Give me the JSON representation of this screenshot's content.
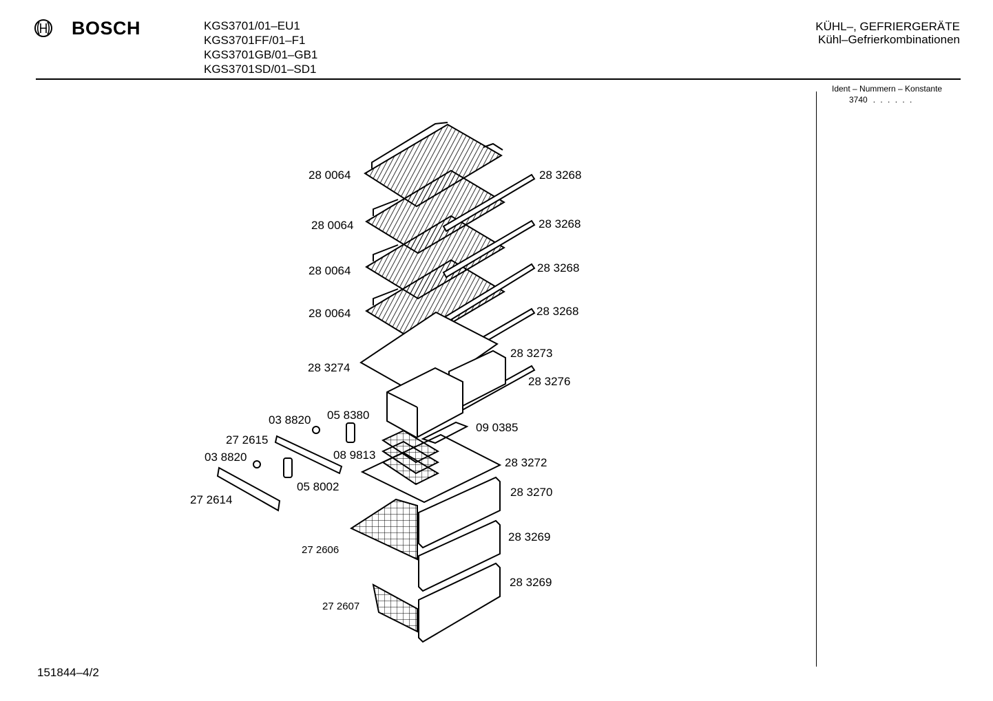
{
  "header": {
    "brand": "BOSCH",
    "models": [
      "KGS3701/01–EU1",
      "KGS3701FF/01–F1",
      "KGS3701GB/01–GB1",
      "KGS3701SD/01–SD1"
    ],
    "category_title": "KÜHL–, GEFRIERGERÄTE",
    "category_subtitle": "Kühl–Gefrierkombinationen"
  },
  "ident": {
    "title": "Ident – Nummern – Konstante",
    "value": "3740",
    "dots": ". .  . . . ."
  },
  "footer": {
    "doc_number": "151844–4/2"
  },
  "parts": {
    "shelf1": "28 0064",
    "shelf2": "28 0064",
    "shelf3": "28 0064",
    "shelf4": "28 0064",
    "trim1": "28 3268",
    "trim2": "28 3268",
    "trim3": "28 3268",
    "trim4": "28 3268",
    "glass_plate": "28 3274",
    "trim_lower": "28 3273",
    "rail": "28 3276",
    "screw1": "03 8820",
    "screw2": "03 8820",
    "bracket1": "05 8380",
    "bracket2": "05 8002",
    "strip1": "27 2615",
    "strip2": "27 2614",
    "scraper": "09 0385",
    "ice_tray": "08 9813",
    "freezer_cover": "28 3272",
    "drawer_front1": "28 3270",
    "drawer_front2": "28 3269",
    "drawer_front3": "28 3269",
    "basket1": "27 2606",
    "basket2": "27 2607"
  }
}
